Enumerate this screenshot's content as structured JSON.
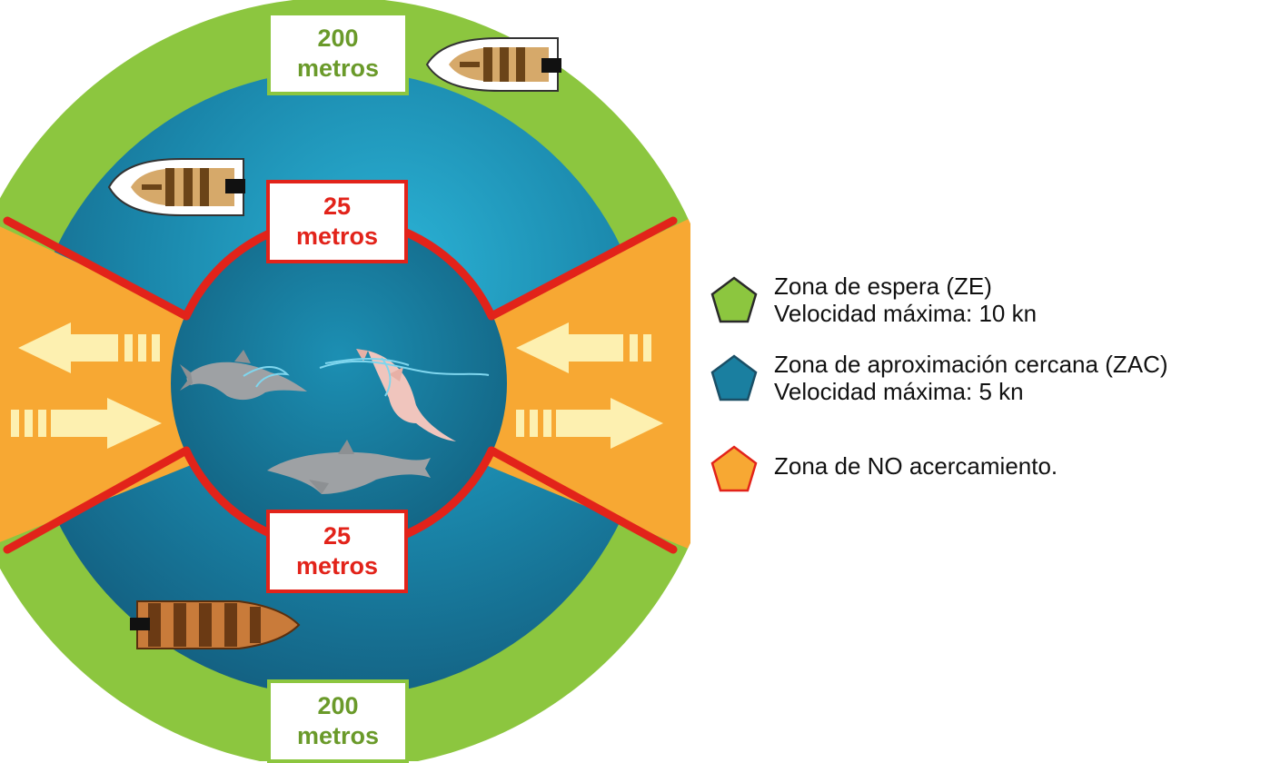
{
  "diagram": {
    "outer_distance": {
      "value": "200",
      "unit": "metros"
    },
    "inner_distance": {
      "value": "25",
      "unit": "metros"
    }
  },
  "legend": [
    {
      "title": "Zona de espera (ZE)",
      "subtitle": "Velocidad máxima: 10 kn",
      "icon": "pentagon-icon",
      "color": "#8cc63f",
      "stroke": "#2a2a2a"
    },
    {
      "title": "Zona de aproximación cercana (ZAC)",
      "subtitle": "Velocidad máxima: 5 kn",
      "icon": "pentagon-icon",
      "color": "#1a7fa0",
      "stroke": "#1b4f66"
    },
    {
      "title": "Zona de NO acercamiento.",
      "subtitle": "",
      "icon": "pentagon-icon",
      "color": "#f7a833",
      "stroke": "#e2231a"
    }
  ],
  "colors": {
    "waiting_zone": "#8cc63f",
    "close_approach_zone": "#1a7fa0",
    "inner_zone": "#167595",
    "no_approach_zone": "#f7a833",
    "boundary": "#e2231a",
    "arrow": "#fdf0b0"
  }
}
